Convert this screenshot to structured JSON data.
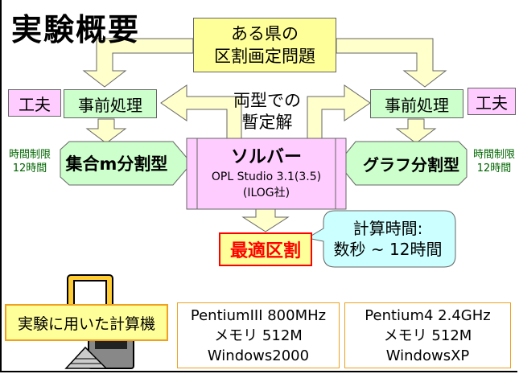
{
  "title": "実験概要",
  "problem": {
    "line1": "ある県の",
    "line2": "区割画定問題"
  },
  "kufu_left": "工夫",
  "kufu_right": "工夫",
  "preprocess_left": "事前処理",
  "preprocess_right": "事前処理",
  "intermediate": {
    "line1": "両型での",
    "line2": "暫定解"
  },
  "set_partition": "集合m分割型",
  "graph_partition": "グラフ分割型",
  "time_limit_left": {
    "line1": "時間制限",
    "line2": "12時間"
  },
  "time_limit_right": {
    "line1": "時間制限",
    "line2": "12時間"
  },
  "solver": {
    "name": "ソルバー",
    "product": "OPL Studio 3.1(3.5)",
    "vendor": "(ILOG社)"
  },
  "optimal": "最適区割",
  "calc_time": {
    "label": "計算時間:",
    "value": "数秒 ~ 12時間"
  },
  "computer_label": "実験に用いた計算機",
  "spec1": {
    "cpu": "PentiumIII 800MHz",
    "memory": "メモリ 512M",
    "os": "Windows2000"
  },
  "spec2": {
    "cpu": "Pentium4 2.4GHz",
    "memory": "メモリ 512M",
    "os": "WindowsXP"
  },
  "colors": {
    "problem_fill": "#ffff99",
    "kufu_fill": "#ffccff",
    "preprocess_fill": "#ccffcc",
    "solver_fill": "#ffccff",
    "arrow_fill": "#ffffcc",
    "optimal_border": "#ff0000",
    "callout_fill": "#ccffff",
    "time_limit_text": "#006600",
    "spec_border": "#f0a020"
  }
}
